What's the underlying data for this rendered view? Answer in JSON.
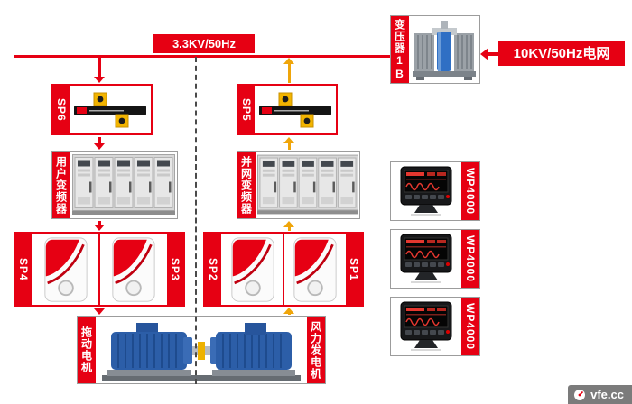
{
  "colors": {
    "red": "#e60013",
    "yellow": "#efa50a"
  },
  "bus": {
    "label": "3.3KV/50Hz"
  },
  "grid_feed": {
    "label": "10KV/50Hz电网"
  },
  "transformer": {
    "label": "变压器1B"
  },
  "sensors": {
    "sp6": "SP6",
    "sp5": "SP5",
    "sp4": "SP4",
    "sp3": "SP3",
    "sp2": "SP2",
    "sp1": "SP1"
  },
  "converters": {
    "user": "用户变频器",
    "grid": "并网变频器"
  },
  "machines": {
    "drive_motor": "拖动电机",
    "wind_generator": "风力发电机"
  },
  "analyzers": [
    {
      "label": "WP4000"
    },
    {
      "label": "WP4000"
    },
    {
      "label": "WP4000"
    }
  ],
  "watermark": {
    "label": "vfe.cc"
  }
}
